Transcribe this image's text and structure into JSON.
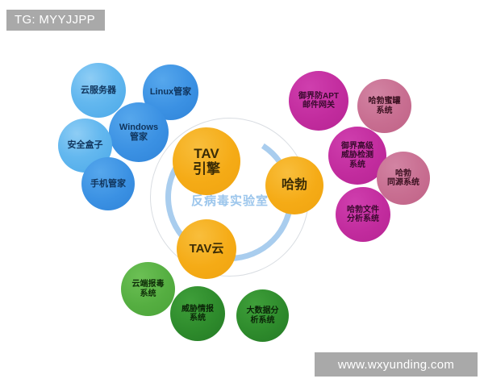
{
  "watermarks": {
    "top_left": "TG: MYYJJPP",
    "bottom_right": "www.wxyunding.com"
  },
  "hub": {
    "title": "反病毒实验室",
    "outline_color": "#d9dde2",
    "arc_color": "#a9cdee",
    "title_color": "#9cc6ec"
  },
  "core_nodes": [
    {
      "label": "TAV\n引擎",
      "color": "#f5ab16"
    },
    {
      "label": "哈勃",
      "color": "#f5ab16"
    },
    {
      "label": "TAV云",
      "color": "#f5ab16"
    }
  ],
  "product_nodes": [
    {
      "label": "云服务器",
      "color": "#64b8ef"
    },
    {
      "label": "Linux管家",
      "color": "#3b91e3"
    },
    {
      "label": "Windows\n管家",
      "color": "#3b91e3"
    },
    {
      "label": "安全盒子",
      "color": "#64b8ef"
    },
    {
      "label": "手机管家",
      "color": "#3b91e3"
    }
  ],
  "threat_nodes": [
    {
      "label": "御界防APT\n邮件网关",
      "color": "#c22c9e"
    },
    {
      "label": "哈勃蜜罐\n系统",
      "color": "#c86e91"
    },
    {
      "label": "御界高级\n威胁检测\n系统",
      "color": "#c22c9e"
    },
    {
      "label": "哈勃\n同源系统",
      "color": "#c86e91"
    },
    {
      "label": "哈勃文件\n分析系统",
      "color": "#c22c9e"
    }
  ],
  "data_nodes": [
    {
      "label": "云端报毒\n系统",
      "color": "#55ae41"
    },
    {
      "label": "威胁情报\n系统",
      "color": "#2e8b2c"
    },
    {
      "label": "大数据分\n析系统",
      "color": "#2e8b2c"
    }
  ]
}
